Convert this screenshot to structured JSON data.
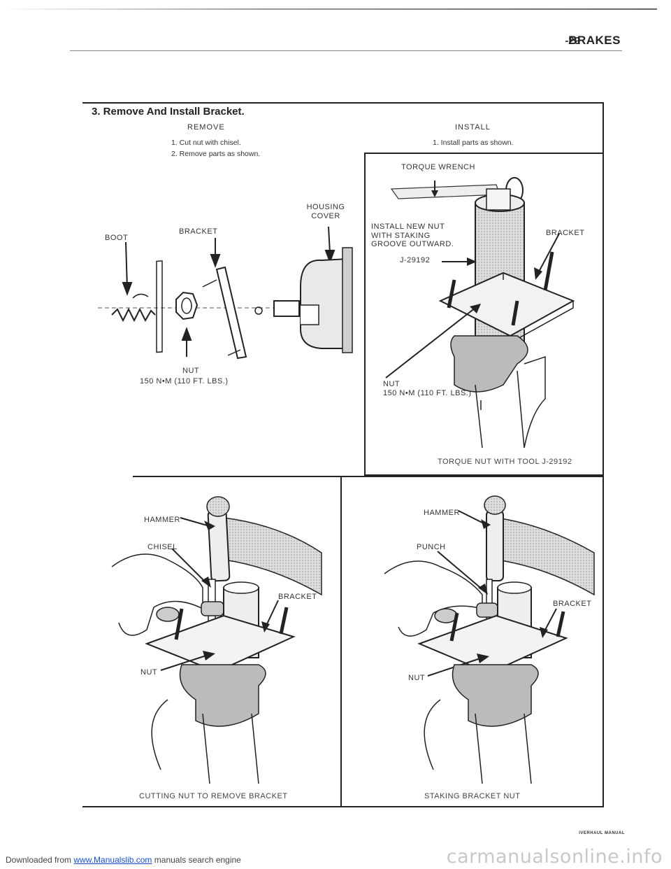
{
  "header": {
    "page_number": "-29",
    "section": "BRAKES"
  },
  "section_title": "3. Remove And Install Bracket.",
  "remove": {
    "heading": "REMOVE",
    "steps": [
      "1. Cut nut with chisel.",
      "2. Remove parts as shown."
    ],
    "labels": {
      "boot": "BOOT",
      "bracket": "BRACKET",
      "housing_cover_1": "HOUSING",
      "housing_cover_2": "COVER",
      "nut": "NUT",
      "torque": "150 N•m (110 FT. LBS.)"
    }
  },
  "install": {
    "heading": "INSTALL",
    "steps": [
      "1. Install parts as shown."
    ],
    "labels": {
      "torque_wrench": "TORQUE WRENCH",
      "install_note_1": "INSTALL NEW NUT",
      "install_note_2": "WITH STAKING",
      "install_note_3": "GROOVE OUTWARD.",
      "tool": "J-29192",
      "bracket": "BRACKET",
      "nut": "NUT",
      "torque": "150 N•m (110 FT. LBS.)"
    },
    "caption": "TORQUE NUT WITH TOOL J-29192"
  },
  "cutting": {
    "labels": {
      "hammer": "HAMMER",
      "chisel": "CHISEL",
      "bracket": "BRACKET",
      "nut": "NUT"
    },
    "caption": "CUTTING NUT TO REMOVE BRACKET"
  },
  "staking": {
    "labels": {
      "hammer": "HAMMER",
      "punch": "PUNCH",
      "bracket": "BRACKET",
      "nut": "NUT"
    },
    "caption": "STAKING BRACKET NUT"
  },
  "footer": {
    "prefix": "Downloaded from ",
    "link_text": "www.Manualslib.com",
    "suffix": " manuals search engine",
    "manual": "IVERHAUL MANUAL",
    "watermark": "carmanualsonline.info"
  }
}
